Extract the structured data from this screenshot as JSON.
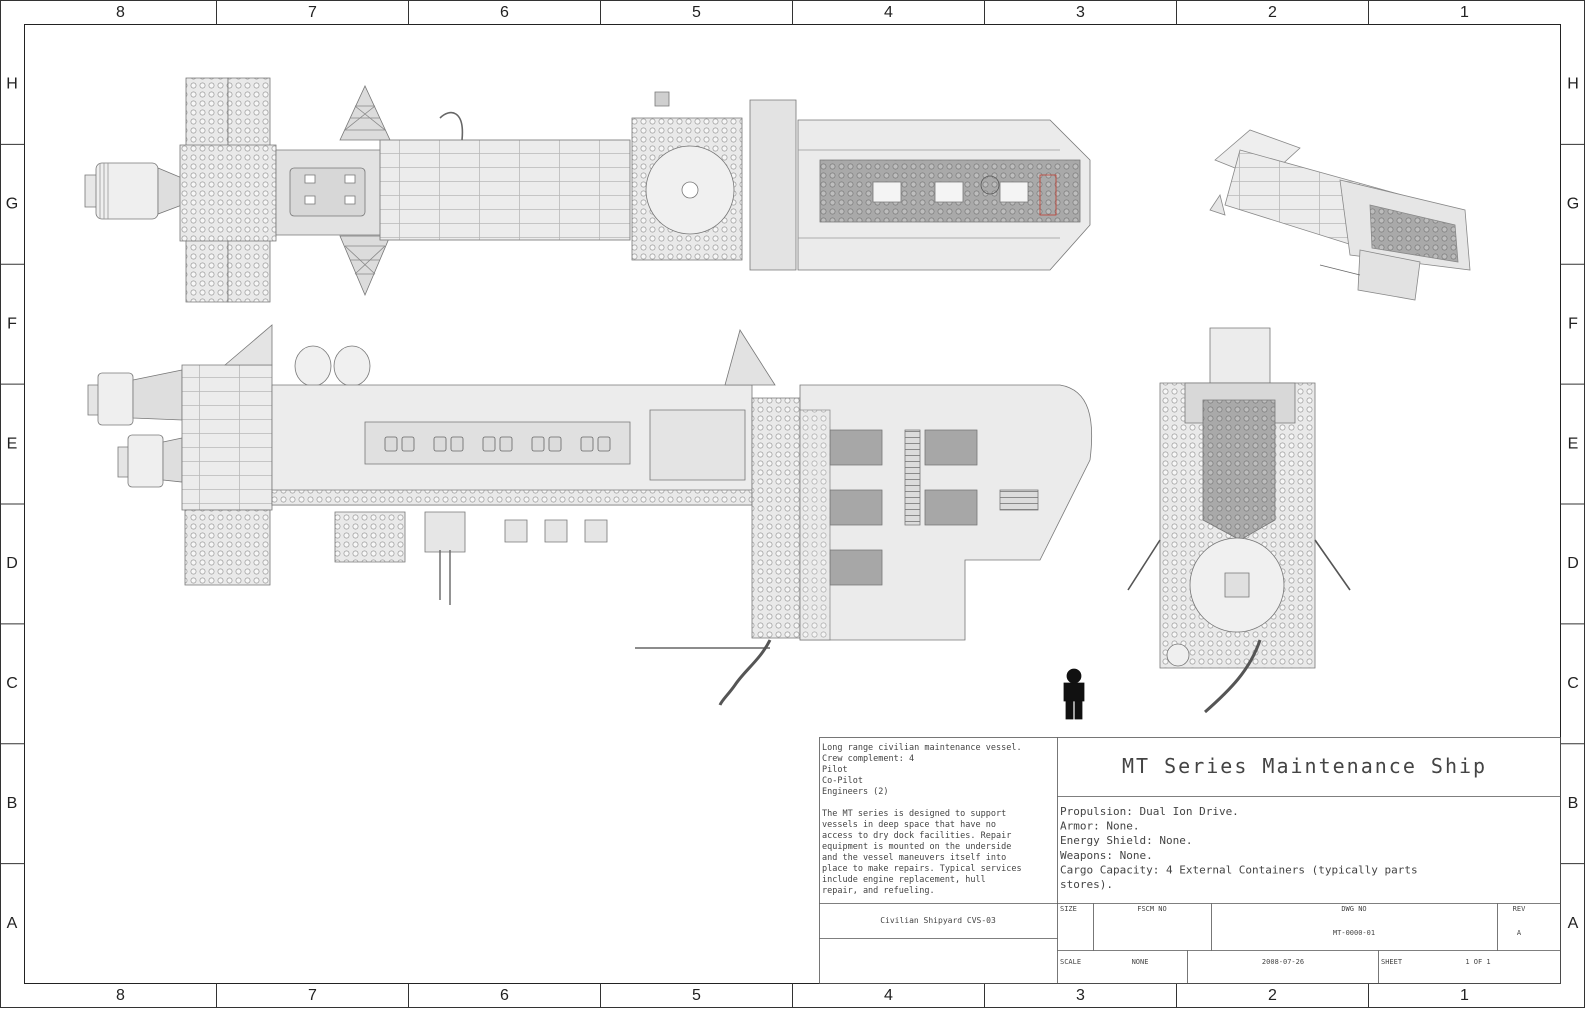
{
  "frame": {
    "column_labels": [
      "8",
      "7",
      "6",
      "5",
      "4",
      "3",
      "2",
      "1"
    ],
    "row_labels": [
      "H",
      "G",
      "F",
      "E",
      "D",
      "C",
      "B",
      "A"
    ]
  },
  "title_block": {
    "title": "MT Series Maintenance Ship",
    "notes": [
      "Long range civilian maintenance vessel.",
      "Crew complement: 4",
      "Pilot",
      "Co-Pilot",
      "Engineers (2)",
      "",
      "The MT series is designed to support",
      "vessels in deep space that have no",
      "access to dry dock facilities. Repair",
      "equipment is mounted on the underside",
      "and the vessel maneuvers itself into",
      "place to make repairs. Typical services",
      "include engine replacement, hull",
      "repair, and refueling."
    ],
    "specs": [
      "Propulsion: Dual Ion Drive.",
      "Armor: None.",
      "Energy Shield: None.",
      "Weapons: None.",
      "Cargo Capacity: 4 External Containers (typically parts",
      "stores)."
    ],
    "company": "Civilian Shipyard CVS-03",
    "size_label": "SIZE",
    "fscm_label": "FSCM NO",
    "dwg_label": "DWG NO",
    "dwg_no": "MT-0000-01",
    "rev_label": "REV",
    "rev": "A",
    "scale_label": "SCALE",
    "scale": "NONE",
    "date": "2008-07-26",
    "sheet_label": "SHEET",
    "sheet": "1 OF 1"
  }
}
